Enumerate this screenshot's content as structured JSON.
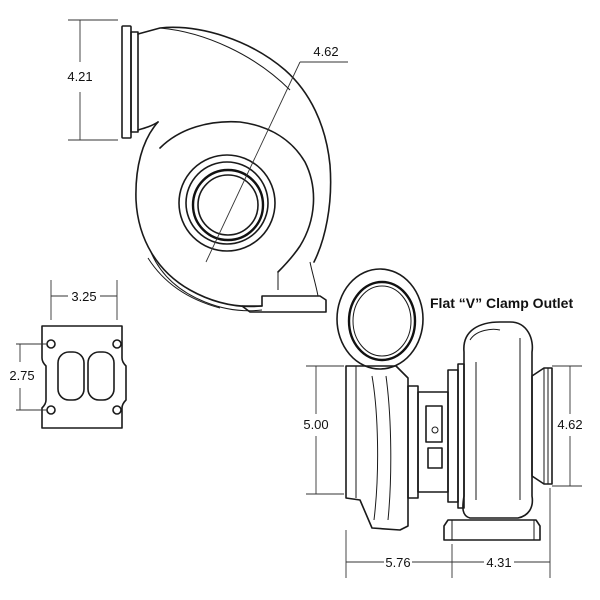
{
  "diagram": {
    "title": "Flat “V” Clamp Outlet",
    "dimensions": {
      "compressor_outlet_height": "4.21",
      "compressor_housing_diameter": "4.62",
      "flange_bolt_spacing_horizontal": "3.25",
      "flange_bolt_spacing_vertical": "2.75",
      "turbine_inlet_height": "5.00",
      "outlet_clamp_height": "4.62",
      "side_length_left": "5.76",
      "side_length_right": "4.31"
    }
  }
}
